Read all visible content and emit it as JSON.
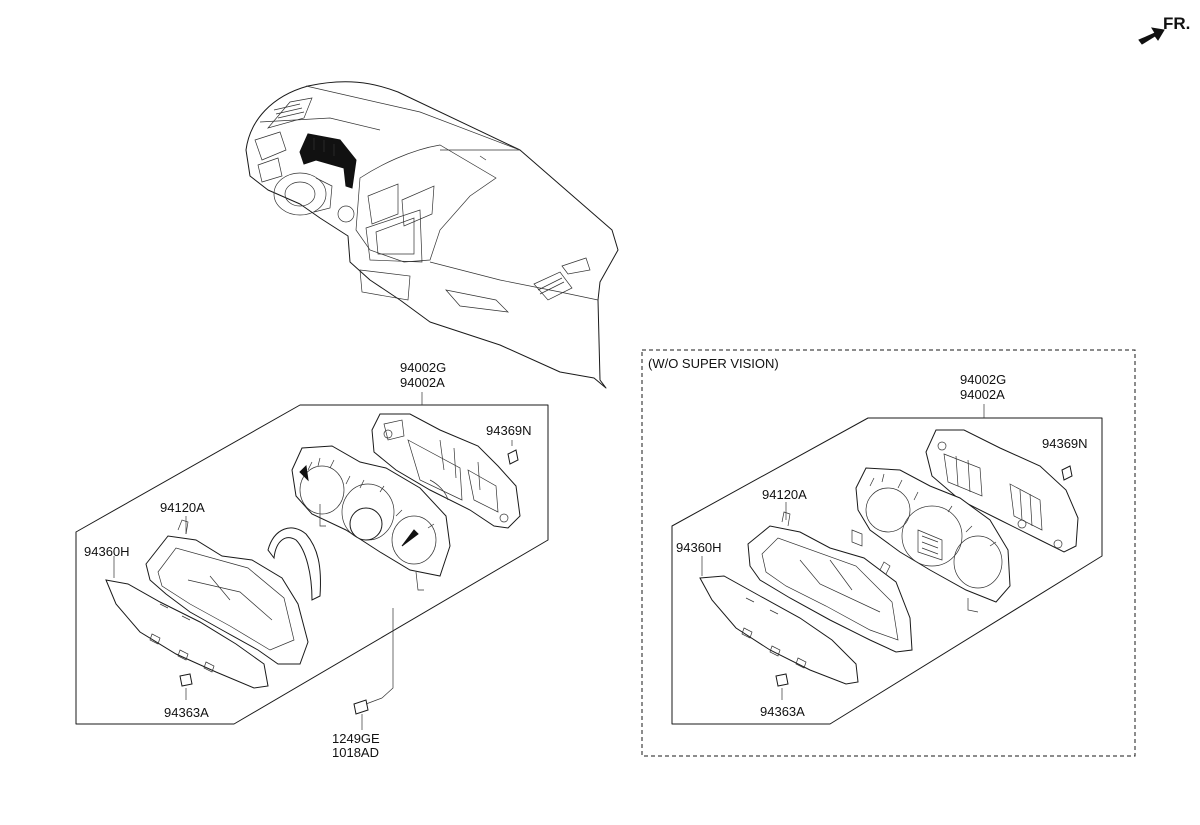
{
  "orientation": {
    "label": "FR.",
    "icon": "arrow-forward-icon"
  },
  "main_group": {
    "assembly_labels": [
      "94002G",
      "94002A"
    ],
    "parts": {
      "clip": "94369N",
      "housing": "94120A",
      "lens": "94360H",
      "bulb": "94363A"
    },
    "screw_labels": [
      "1249GE",
      "1018AD"
    ]
  },
  "variant_group": {
    "caption": "(W/O SUPER VISION)",
    "assembly_labels": [
      "94002G",
      "94002A"
    ],
    "parts": {
      "clip": "94369N",
      "housing": "94120A",
      "lens": "94360H",
      "bulb": "94363A"
    }
  }
}
